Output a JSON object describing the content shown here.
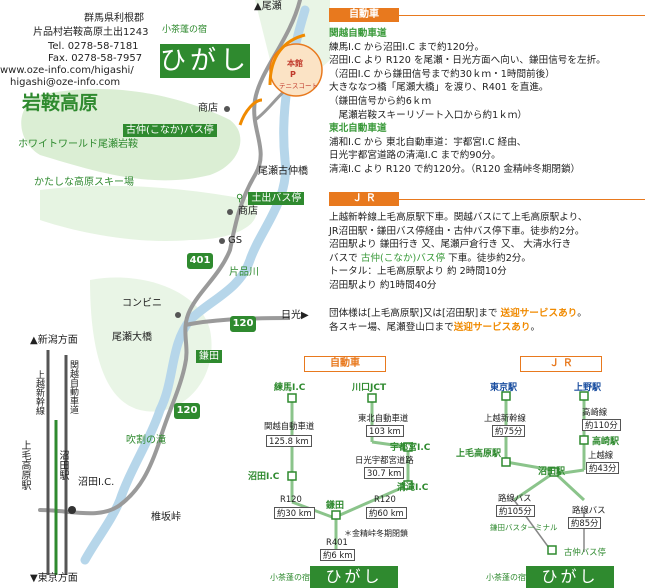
{
  "hotel": {
    "address_line1": "群馬県利根郡",
    "address_line2": "片品村岩鞍高原土出1243",
    "tel": "Tel.  0278-58-7181",
    "fax": "Fax. 0278-58-7957",
    "url": "www.oze-info.com/higashi/",
    "email": "higashi@oze-info.com",
    "logo_small": "小茶蓬の宿",
    "logo_large": "ひがし"
  },
  "map": {
    "area_title": "岩鞍高原",
    "ozegahara": "尾瀬",
    "resort_text": "本館",
    "resort_p": "P",
    "tennis": "テニスコート",
    "ski_white": "ホワイトワールド尾瀬岩鞍",
    "ski_katashina": "かたしな高原スキー場",
    "shop1": "商店",
    "bus_furunaka": "古仲(こなか)バス停",
    "bridge_furunaka": "尾瀬古仲橋",
    "bus_tsuchiide": "土出バス停",
    "shop2": "商店",
    "gs": "GS",
    "route401": "401",
    "river": "片品川",
    "combini": "コンビニ",
    "nikko": "日光",
    "oze_ohashi": "尾瀬大橋",
    "route120a": "120",
    "kamada": "鎌田",
    "route120b": "120",
    "fukiware": "吹割の滝",
    "sugurisaka": "椎坂峠",
    "dir_niigata": "▲新潟方面",
    "dir_tokyo": "▼東京方面",
    "rail_joetsu": "上越新幹線",
    "rail_kanetsu": "関越自動車道",
    "jomokogen": "上毛高原駅",
    "numata_st": "沼田駅",
    "numata_ic": "沼田I.C."
  },
  "car": {
    "header": "自動車",
    "kanetsu_title": "関越自動車道",
    "lines": [
      "練馬I.C から沼田I.C まで約120分。",
      "沼田I.C より R120 を尾瀬・日光方面へ向い、鎌田信号を左折。",
      "（沼田I.C から鎌田信号まで約30ｋｍ・1時間前後）",
      "大きななつ橋「尾瀬大橋」を渡り、R401 を直進。",
      "（鎌田信号から約6ｋｍ",
      "　尾瀬岩鞍スキーリゾート入口から約1ｋｍ）"
    ],
    "tohoku_title": "東北自動車道",
    "lines2": [
      "浦和I.C から 東北自動車道：宇都宮I.C 経由、",
      "日光宇都宮道路の清滝I.C まで約90分。",
      "清滝I.C より R120 で約120分。（R120 金精峠冬期閉鎖）"
    ]
  },
  "jr": {
    "header": "Ｊ Ｒ",
    "lines": [
      "上越新幹線上毛高原駅下車。関越バスにて上毛高原駅より、",
      "JR沼田駅・鎌田バス停経由・古仲バス停下車。徒歩約2分。",
      "沼田駅より 鎌田行き 又、尾瀬戸倉行き 又、 大清水行き"
    ],
    "bus_line_a": "バスで ",
    "bus_line_b": "古仲(こなか)バス停",
    "bus_line_c": " 下車。徒歩約2分。",
    "total1": "トータル：上毛高原駅より 約 2時間10分",
    "total2": "沼田駅より 約1時間40分"
  },
  "service": {
    "line1a": "団体様は[上毛高原駅]又は[沼田駅]まで ",
    "line1b": "送迎サービスあり",
    "line1c": "。",
    "line2a": "各スキー場、尾瀬登山口まで",
    "line2b": "送迎サービスあり",
    "line2c": "。"
  },
  "car_diagram": {
    "header": "自動車",
    "nerima": "練馬I.C",
    "kawaguchi": "川口JCT",
    "kanetsu": "関越自動車道",
    "kanetsu_dist": "125.8 km",
    "tohoku": "東北自動車道",
    "tohoku_dist": "103 km",
    "utsunomiya": "宇都宮I.C",
    "nikko_road": "日光宇都宮道路",
    "nikko_dist": "30.7 km",
    "numata": "沼田I.C",
    "kiyotaki": "清滝I.C",
    "r120a": "R120",
    "r120a_dist": "約30 km",
    "r120b": "R120",
    "r120b_dist": "約60 km",
    "kamada": "鎌田",
    "r401": "R401",
    "r401_dist": "約6 km",
    "note": "＊金精峠冬期閉鎖"
  },
  "jr_diagram": {
    "header": "Ｊ Ｒ",
    "tokyo": "東京駅",
    "ueno": "上野駅",
    "joetsu": "上越新幹線",
    "joetsu_time": "約75分",
    "takasaki_line": "高崎線",
    "takasaki_time": "約110分",
    "takasaki": "高崎駅",
    "jomo": "上毛高原駅",
    "joetsu_line": "上越線",
    "joetsu_line_time": "約43分",
    "numata": "沼田駅",
    "bus1": "路線バス",
    "bus1_time": "約105分",
    "bus2": "路線バス",
    "bus2_time": "約85分",
    "kamada_term": "鎌田バスターミナル",
    "furunaka": "古仲バス停"
  },
  "colors": {
    "orange": "#e8791e",
    "green": "#2f8a2f",
    "road": "#8a8a8a",
    "river": "#b6d6ea"
  }
}
